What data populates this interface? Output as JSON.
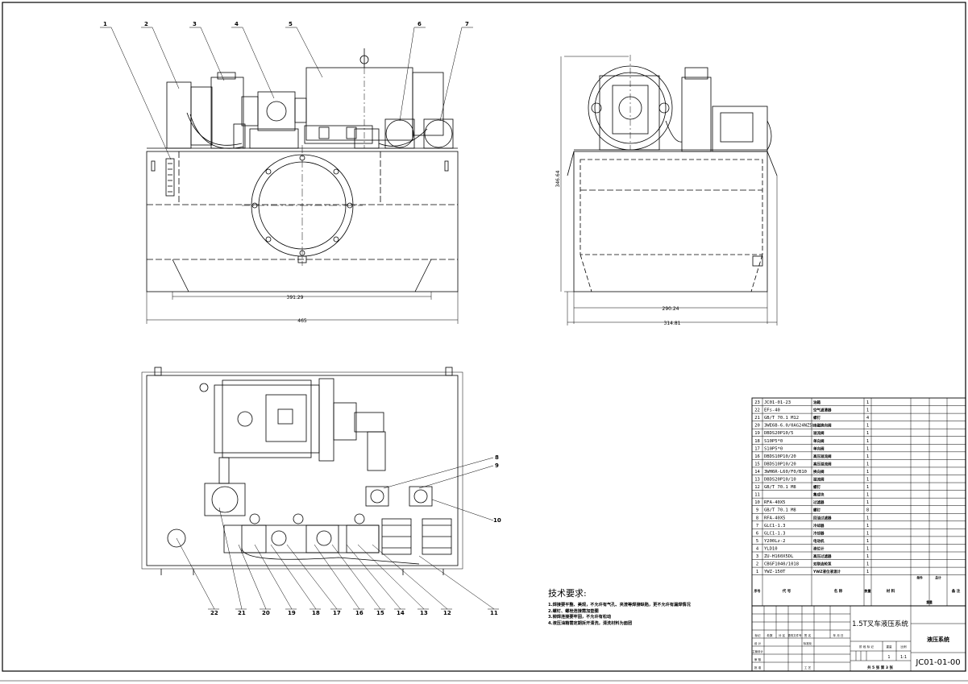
{
  "drawing": {
    "dimensions": {
      "front_inner": "391.29",
      "front_total": "465",
      "side_height": "346.64",
      "side_inner": "290.24",
      "side_total": "314.81"
    },
    "front_balloons": [
      "1",
      "2",
      "3",
      "4",
      "5",
      "6",
      "7"
    ],
    "plan_balloons_bottom": [
      "22",
      "21",
      "20",
      "19",
      "18",
      "17",
      "16",
      "15",
      "14",
      "13",
      "12",
      "11"
    ],
    "plan_balloons_right": [
      "8",
      "9",
      "10"
    ]
  },
  "bom": {
    "rows": [
      {
        "no": "23",
        "code": "JC01-01-23",
        "name": "油箱",
        "qty": "1"
      },
      {
        "no": "22",
        "code": "EFs-40",
        "name": "空气滤清器",
        "qty": "1"
      },
      {
        "no": "21",
        "code": "GB/T 70.1  M12",
        "name": "螺钉",
        "qty": "4"
      },
      {
        "no": "20",
        "code": "3WE6B-6.0/0AG24NZ5L",
        "name": "电磁换向阀",
        "qty": "1"
      },
      {
        "no": "19",
        "code": "DBDS20P10/5",
        "name": "溢流阀",
        "qty": "1"
      },
      {
        "no": "18",
        "code": "S10P5*0",
        "name": "单向阀",
        "qty": "1"
      },
      {
        "no": "17",
        "code": "S10P5*0",
        "name": "单向阀",
        "qty": "1"
      },
      {
        "no": "16",
        "code": "DBDS10P10/20",
        "name": "高压溢流阀",
        "qty": "1"
      },
      {
        "no": "15",
        "code": "DBDS10P10/20",
        "name": "高压溢流阀",
        "qty": "1"
      },
      {
        "no": "14",
        "code": "3WH6R-L60/F0/B10",
        "name": "换向阀",
        "qty": "1"
      },
      {
        "no": "13",
        "code": "DBDS20P10/10",
        "name": "溢流阀",
        "qty": "1"
      },
      {
        "no": "12",
        "code": "GB/T 70.1  M8",
        "name": "螺钉",
        "qty": "1"
      },
      {
        "no": "11",
        "code": "",
        "name": "集成块",
        "qty": "1"
      },
      {
        "no": "10",
        "code": "RFA-40X5",
        "name": "过滤器",
        "qty": "1"
      },
      {
        "no": "9",
        "code": "GB/T 70.1  M8",
        "name": "螺钉",
        "qty": "8"
      },
      {
        "no": "8",
        "code": "RFA-40X5",
        "name": "回油过滤器",
        "qty": "1"
      },
      {
        "no": "7",
        "code": "GLC1-1.3",
        "name": "冷却器",
        "qty": "1"
      },
      {
        "no": "6",
        "code": "GLC1-1.3",
        "name": "冷却器",
        "qty": "1"
      },
      {
        "no": "5",
        "code": "Y200Lz-2",
        "name": "电动机",
        "qty": "1"
      },
      {
        "no": "4",
        "code": "YLD10",
        "name": "液位计",
        "qty": "1"
      },
      {
        "no": "3",
        "code": "ZU-H160X5DL",
        "name": "高压过滤器",
        "qty": "1"
      },
      {
        "no": "2",
        "code": "CBGF1040/1018",
        "name": "双联齿轮泵",
        "qty": "1"
      },
      {
        "no": "1",
        "code": "YWZ-150T",
        "name": "YWZ液位液温计",
        "qty": "1"
      }
    ],
    "header": {
      "seq": "序号",
      "code": "代 号",
      "name": "名 称",
      "qty": "数量",
      "material": "材 料",
      "unit_weight": "单件",
      "total_weight": "总计",
      "weight": "重量",
      "remark": "备 注"
    }
  },
  "title_block": {
    "project": "1.5T叉车液压系统",
    "drawing_name": "液压系统",
    "drawing_no": "JC01-01-00",
    "scale": "1:1",
    "qty": "1",
    "sheet_info": "共 5 张   第 3 张",
    "labels": {
      "mark": "标记",
      "count": "处数",
      "zone": "分 区",
      "change_doc": "更改文件号",
      "signature": "签 名",
      "date": "年 月 日",
      "design": "设 计",
      "standardize": "标准化",
      "stage_mark": "阶 段 标 记",
      "weight": "重量",
      "scale_label": "比例",
      "check": "审 核",
      "process": "工 艺",
      "approve": "批 准",
      "main_design": "主管设计"
    }
  },
  "technical_requirements": {
    "title": "技术要求:",
    "lines": [
      "1.焊接要平整、美观，不允许有气孔、夹渣等焊接缺陷，更不允许有漏焊情况",
      "2.螺钉、螺栓连接需加垫圈",
      "3.铆焊连接要牢固，不允许有松动",
      "4.液压油箱需定期拆开清洗，清洗材料为面团"
    ]
  }
}
